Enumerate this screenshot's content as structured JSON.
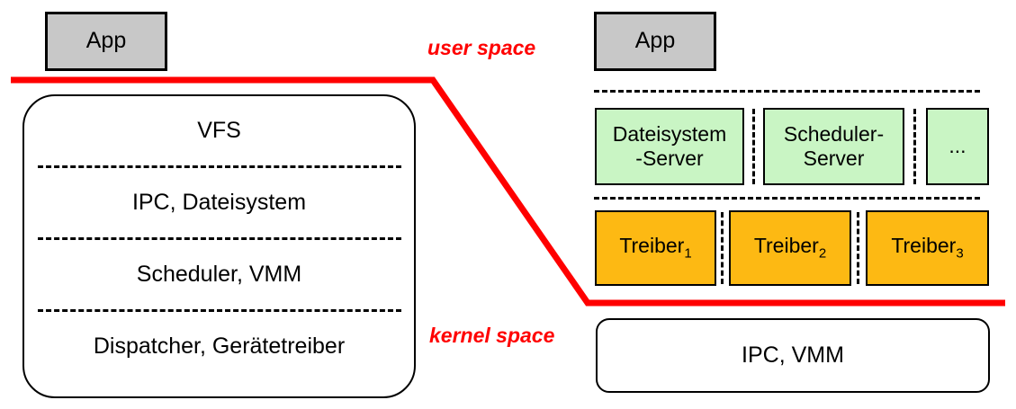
{
  "diagram": {
    "boundary_color": "#ff0000",
    "server_color": "#c9f5c4",
    "driver_color": "#fdb913",
    "app_color": "#c8c8c8"
  },
  "labels": {
    "user_space": "user space",
    "kernel_space": "kernel space"
  },
  "monolithic": {
    "app": "App",
    "layers": [
      {
        "text": "VFS"
      },
      {
        "text": "IPC, Dateisystem"
      },
      {
        "text": "Scheduler, VMM"
      },
      {
        "text": "Dispatcher, Gerätetreiber"
      }
    ]
  },
  "microkernel": {
    "app": "App",
    "servers": [
      {
        "line1": "Dateisystem",
        "line2": "-Server"
      },
      {
        "line1": "Scheduler-",
        "line2": "Server"
      },
      {
        "line1": "...",
        "line2": ""
      }
    ],
    "drivers": [
      {
        "name": "Treiber",
        "index": "1"
      },
      {
        "name": "Treiber",
        "index": "2"
      },
      {
        "name": "Treiber",
        "index": "3"
      }
    ],
    "kernel": "IPC, VMM"
  }
}
